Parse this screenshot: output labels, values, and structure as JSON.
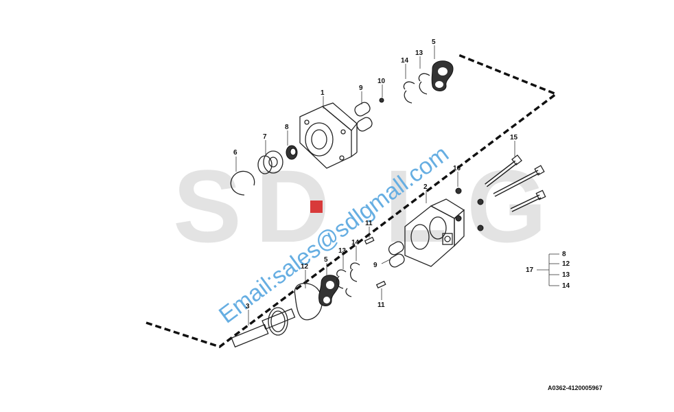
{
  "watermark": {
    "letters": [
      "S",
      "D",
      "L",
      "G"
    ],
    "email": "Email:sales@sdlgmall.com"
  },
  "callouts": {
    "c1": "1",
    "c2": "2",
    "c3": "3",
    "c4": "5",
    "c5": "5",
    "c6": "6",
    "c7": "7",
    "c8": "8",
    "c9a": "9",
    "c9b": "9",
    "c10": "10",
    "c11a": "11",
    "c11b": "11",
    "c12": "12",
    "c13a": "13",
    "c13b": "13",
    "c14a": "14",
    "c14b": "14",
    "c15": "15",
    "c16": "16"
  },
  "kit": {
    "label": "17",
    "items": [
      "8",
      "12",
      "13",
      "14"
    ]
  },
  "reference": "A0362-4120005967",
  "colors": {
    "watermark_grey": "#e3e3e3",
    "watermark_red": "#d83a3a",
    "email_blue": "#66aee2"
  }
}
